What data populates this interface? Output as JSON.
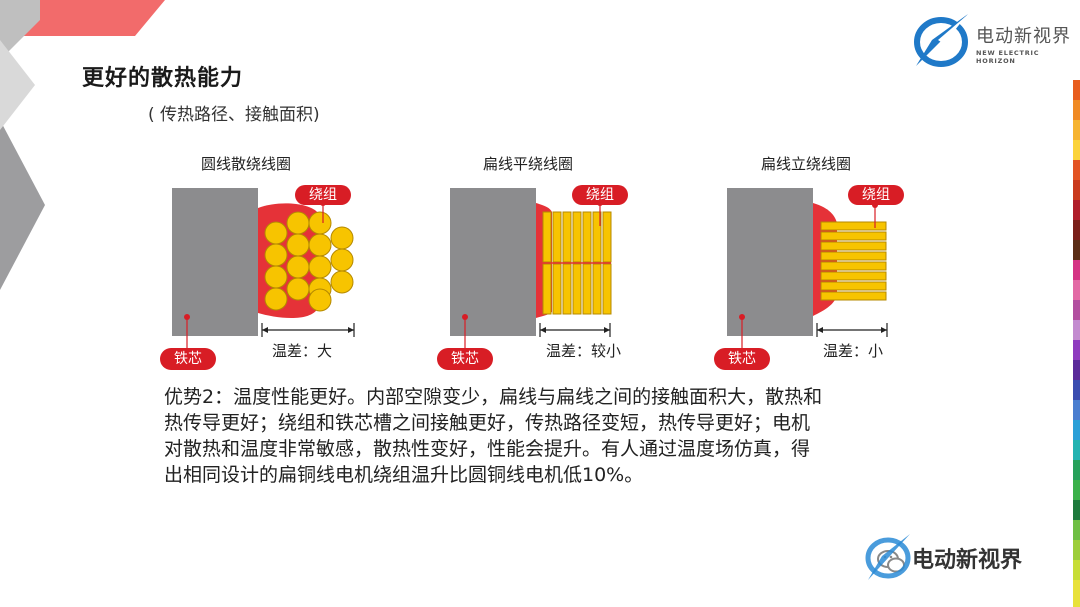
{
  "page": {
    "title": "更好的散热能力",
    "subtitle": "( 传热路径、接触面积)"
  },
  "brand": {
    "name_cn": "电动新视界",
    "name_en": "NEW ELECTRIC HORIZON"
  },
  "watermark": {
    "text": "电动新视界"
  },
  "diagrams": [
    {
      "title": "圆线散绕线圈",
      "winding_tag": "绕组",
      "core_tag": "铁芯",
      "temp_label": "温差：大"
    },
    {
      "title": "扁线平绕线圈",
      "winding_tag": "绕组",
      "core_tag": "铁芯",
      "temp_label": "温差：较小"
    },
    {
      "title": "扁线立绕线圈",
      "winding_tag": "绕组",
      "core_tag": "铁芯",
      "temp_label": "温差：小"
    }
  ],
  "body": {
    "lines": [
      "优势2：温度性能更好。内部空隙变少，扁线与扁线之间的接触面积大，散热和",
      "热传导更好；绕组和铁芯槽之间接触更好，传热路径变短，热传导更好；电机",
      "对散热和温度非常敏感，散热性变好，性能会提升。有人通过温度场仿真，得",
      "出相同设计的扁铜线电机绕组温升比圆铜线电机低10%。"
    ]
  },
  "colors": {
    "accent_red": "#e53238",
    "winding_yellow": "#f7c400",
    "core_gray": "#8c8c8e",
    "tag_red": "#d81d25"
  }
}
